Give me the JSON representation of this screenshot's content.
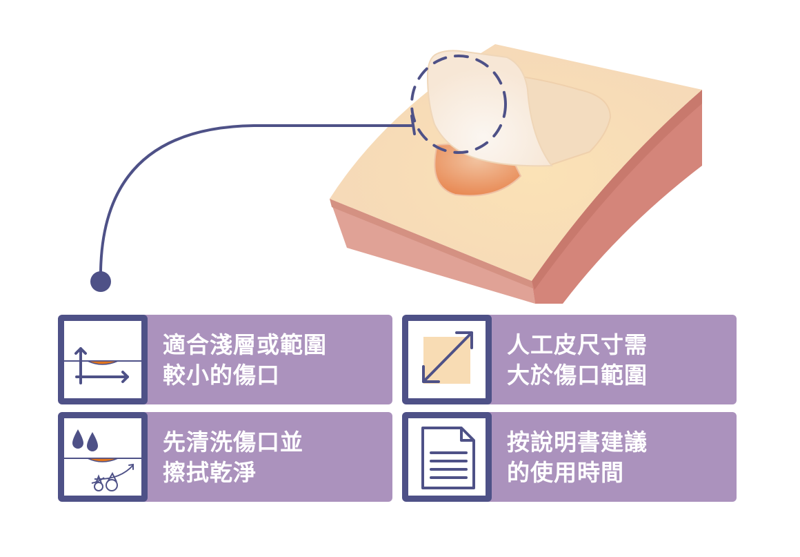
{
  "colors": {
    "card_bg": "#ab92bd",
    "icon_frame": "#4e5187",
    "connector": "#4e5187",
    "skin_top": "#f9dfb5",
    "skin_side_light": "#e0a296",
    "skin_side_dark": "#d4857a",
    "wound": "#e9945f",
    "dressing": "#f7eadb"
  },
  "illustration": {
    "subject": "artificial-skin-dressing-on-wound",
    "callout": "dashed-circle-highlight"
  },
  "cards": [
    {
      "id": "shallow-small-wound",
      "icon": "wound-size-arrows-icon",
      "lines": [
        "適合淺層或範圍",
        "較小的傷口"
      ]
    },
    {
      "id": "size-larger-than-wound",
      "icon": "resize-diagonal-icon",
      "lines": [
        "人工皮尺寸需",
        "大於傷口範圍"
      ]
    },
    {
      "id": "clean-and-dry",
      "icon": "water-drops-clean-icon",
      "lines": [
        "先清洗傷口並",
        "擦拭乾淨"
      ]
    },
    {
      "id": "follow-instructions",
      "icon": "document-icon",
      "lines": [
        "按說明書建議",
        "的使用時間"
      ]
    }
  ]
}
